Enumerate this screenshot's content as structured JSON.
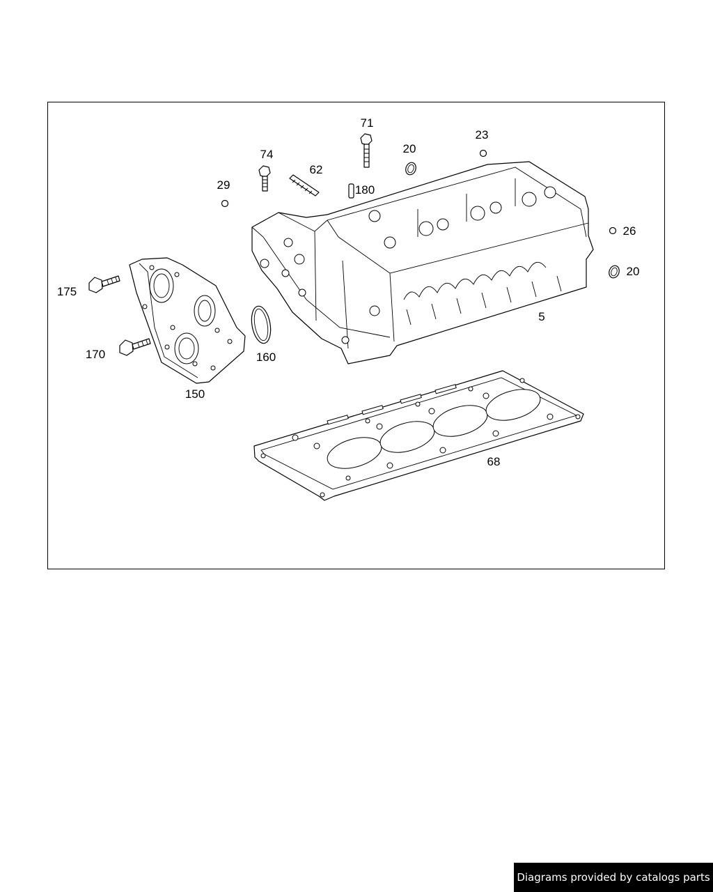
{
  "diagram": {
    "callouts": {
      "c71": "71",
      "c74": "74",
      "c62": "62",
      "c20a": "20",
      "c23": "23",
      "c29": "29",
      "c180": "180",
      "c26": "26",
      "c20b": "20",
      "c175": "175",
      "c5": "5",
      "c160": "160",
      "c170": "170",
      "c150": "150",
      "c68": "68"
    }
  },
  "footer": {
    "credit": "Diagrams provided by catalogs parts"
  },
  "colors": {
    "line": "#000000",
    "background": "#ffffff",
    "credit_bg": "#000000",
    "credit_text": "#ffffff"
  }
}
